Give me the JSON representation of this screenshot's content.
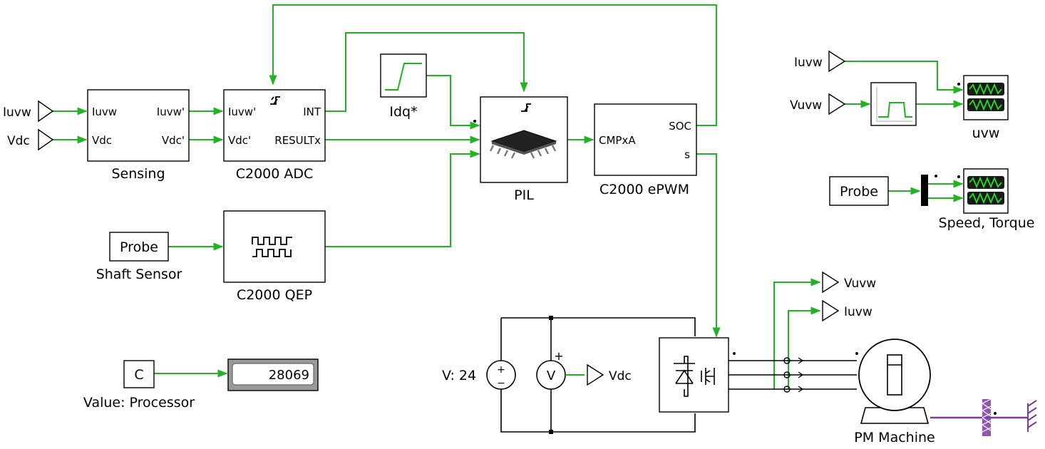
{
  "colors": {
    "signal": "#22b322",
    "electrical": "#000000",
    "mechanical": "#7b3aa6",
    "scope_bg": "#1a1a1a",
    "scope_trace": "#22dd22"
  },
  "ports": {
    "in_iuvw": "Iuvw",
    "in_vdc": "Vdc",
    "goto_vuvw": "Vuvw",
    "goto_iuvw": "Iuvw",
    "goto_vdc": "Vdc",
    "from_iuvw_right": "Iuvw",
    "from_vuvw_right": "Vuvw"
  },
  "blocks": {
    "sensing": {
      "label": "Sensing",
      "ports": [
        "Iuvw",
        "Vdc",
        "Iuvw'",
        "Vdc'"
      ]
    },
    "adc": {
      "label": "C2000 ADC",
      "ports": [
        "Iuvw'",
        "Vdc'",
        "INT",
        "RESULTx"
      ]
    },
    "qep": {
      "label": "C2000 QEP"
    },
    "pil": {
      "label": "PIL"
    },
    "epwm": {
      "label": "C2000 ePWM",
      "ports": [
        "CMPxA",
        "SOC",
        "s"
      ]
    },
    "idq": {
      "label": "Idq*"
    },
    "shaft_probe": {
      "text": "Probe",
      "label": "Shaft Sensor"
    },
    "probe_right": {
      "text": "Probe"
    },
    "const": {
      "text": "C",
      "label": "Value: Processor"
    },
    "display": {
      "value": "28069"
    },
    "scope_uvw": {
      "label": "uvw"
    },
    "scope_speed": {
      "label": "Speed, Torque"
    },
    "dc_source": {
      "label": "V: 24",
      "plus": "+",
      "minus": "−"
    },
    "voltmeter": {
      "symbol": "V",
      "plus": "+"
    },
    "pm_machine": {
      "label": "PM Machine"
    }
  },
  "icons": [
    "trigger-icon",
    "chip-icon",
    "step-icon",
    "encoder-pulse-icon",
    "scope-icon",
    "filter-icon",
    "inverter-icon",
    "motor-icon",
    "ground-icon"
  ]
}
